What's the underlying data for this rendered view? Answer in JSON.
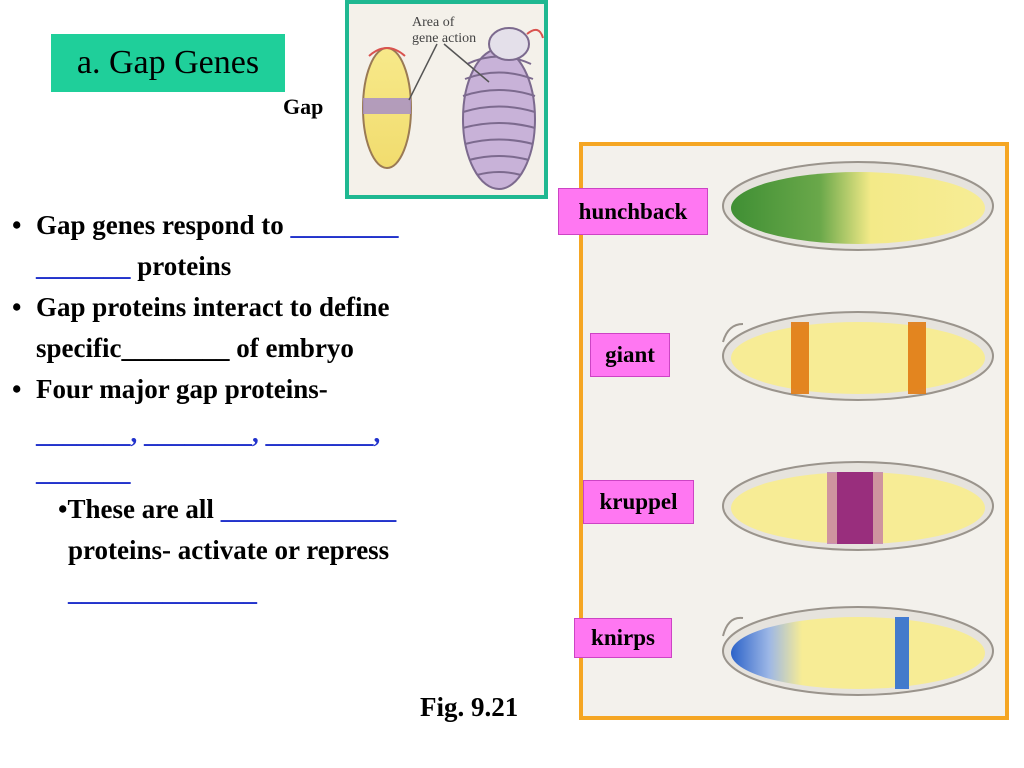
{
  "slide": {
    "title": "a. Gap Genes",
    "gap_label": "Gap",
    "figure_label": "Fig. 9.21"
  },
  "top_figure": {
    "annotation_line1": "Area of",
    "annotation_line2": "gene action",
    "band_color": "#a78fc6"
  },
  "bullets": [
    {
      "text": "Gap genes respond to ",
      "blank": "________"
    },
    {
      "text": "",
      "blank": "_______",
      "suffix": " proteins"
    },
    {
      "text": "Gap proteins interact to define"
    },
    {
      "text": "specific________ of embryo"
    },
    {
      "text": "Four major gap proteins-"
    }
  ],
  "blanks": {
    "gap_proteins_list_line1": "_______, ________, ________,",
    "gap_proteins_list_line2": "_______",
    "sub_bullet_text": "•These are all ",
    "sub_bullet_blank": "_____________",
    "sub_bullet_line2": "proteins- activate or repress",
    "sub_bullet_line3_blank": "______________"
  },
  "genes": [
    {
      "name": "hunchback",
      "color": "#4f9a3a"
    },
    {
      "name": "giant",
      "color": "#e07a12"
    },
    {
      "name": "kruppel",
      "color": "#8e1a7a"
    },
    {
      "name": "knirps",
      "color": "#2f6fd0"
    }
  ],
  "colors": {
    "title_bg": "#1fcf9a",
    "tag_bg": "#ff77f2",
    "panel_border": "#f5a623",
    "figure_border": "#1fb891",
    "blank_color": "#2233cc",
    "embryo_fill": "#f9ec96"
  }
}
